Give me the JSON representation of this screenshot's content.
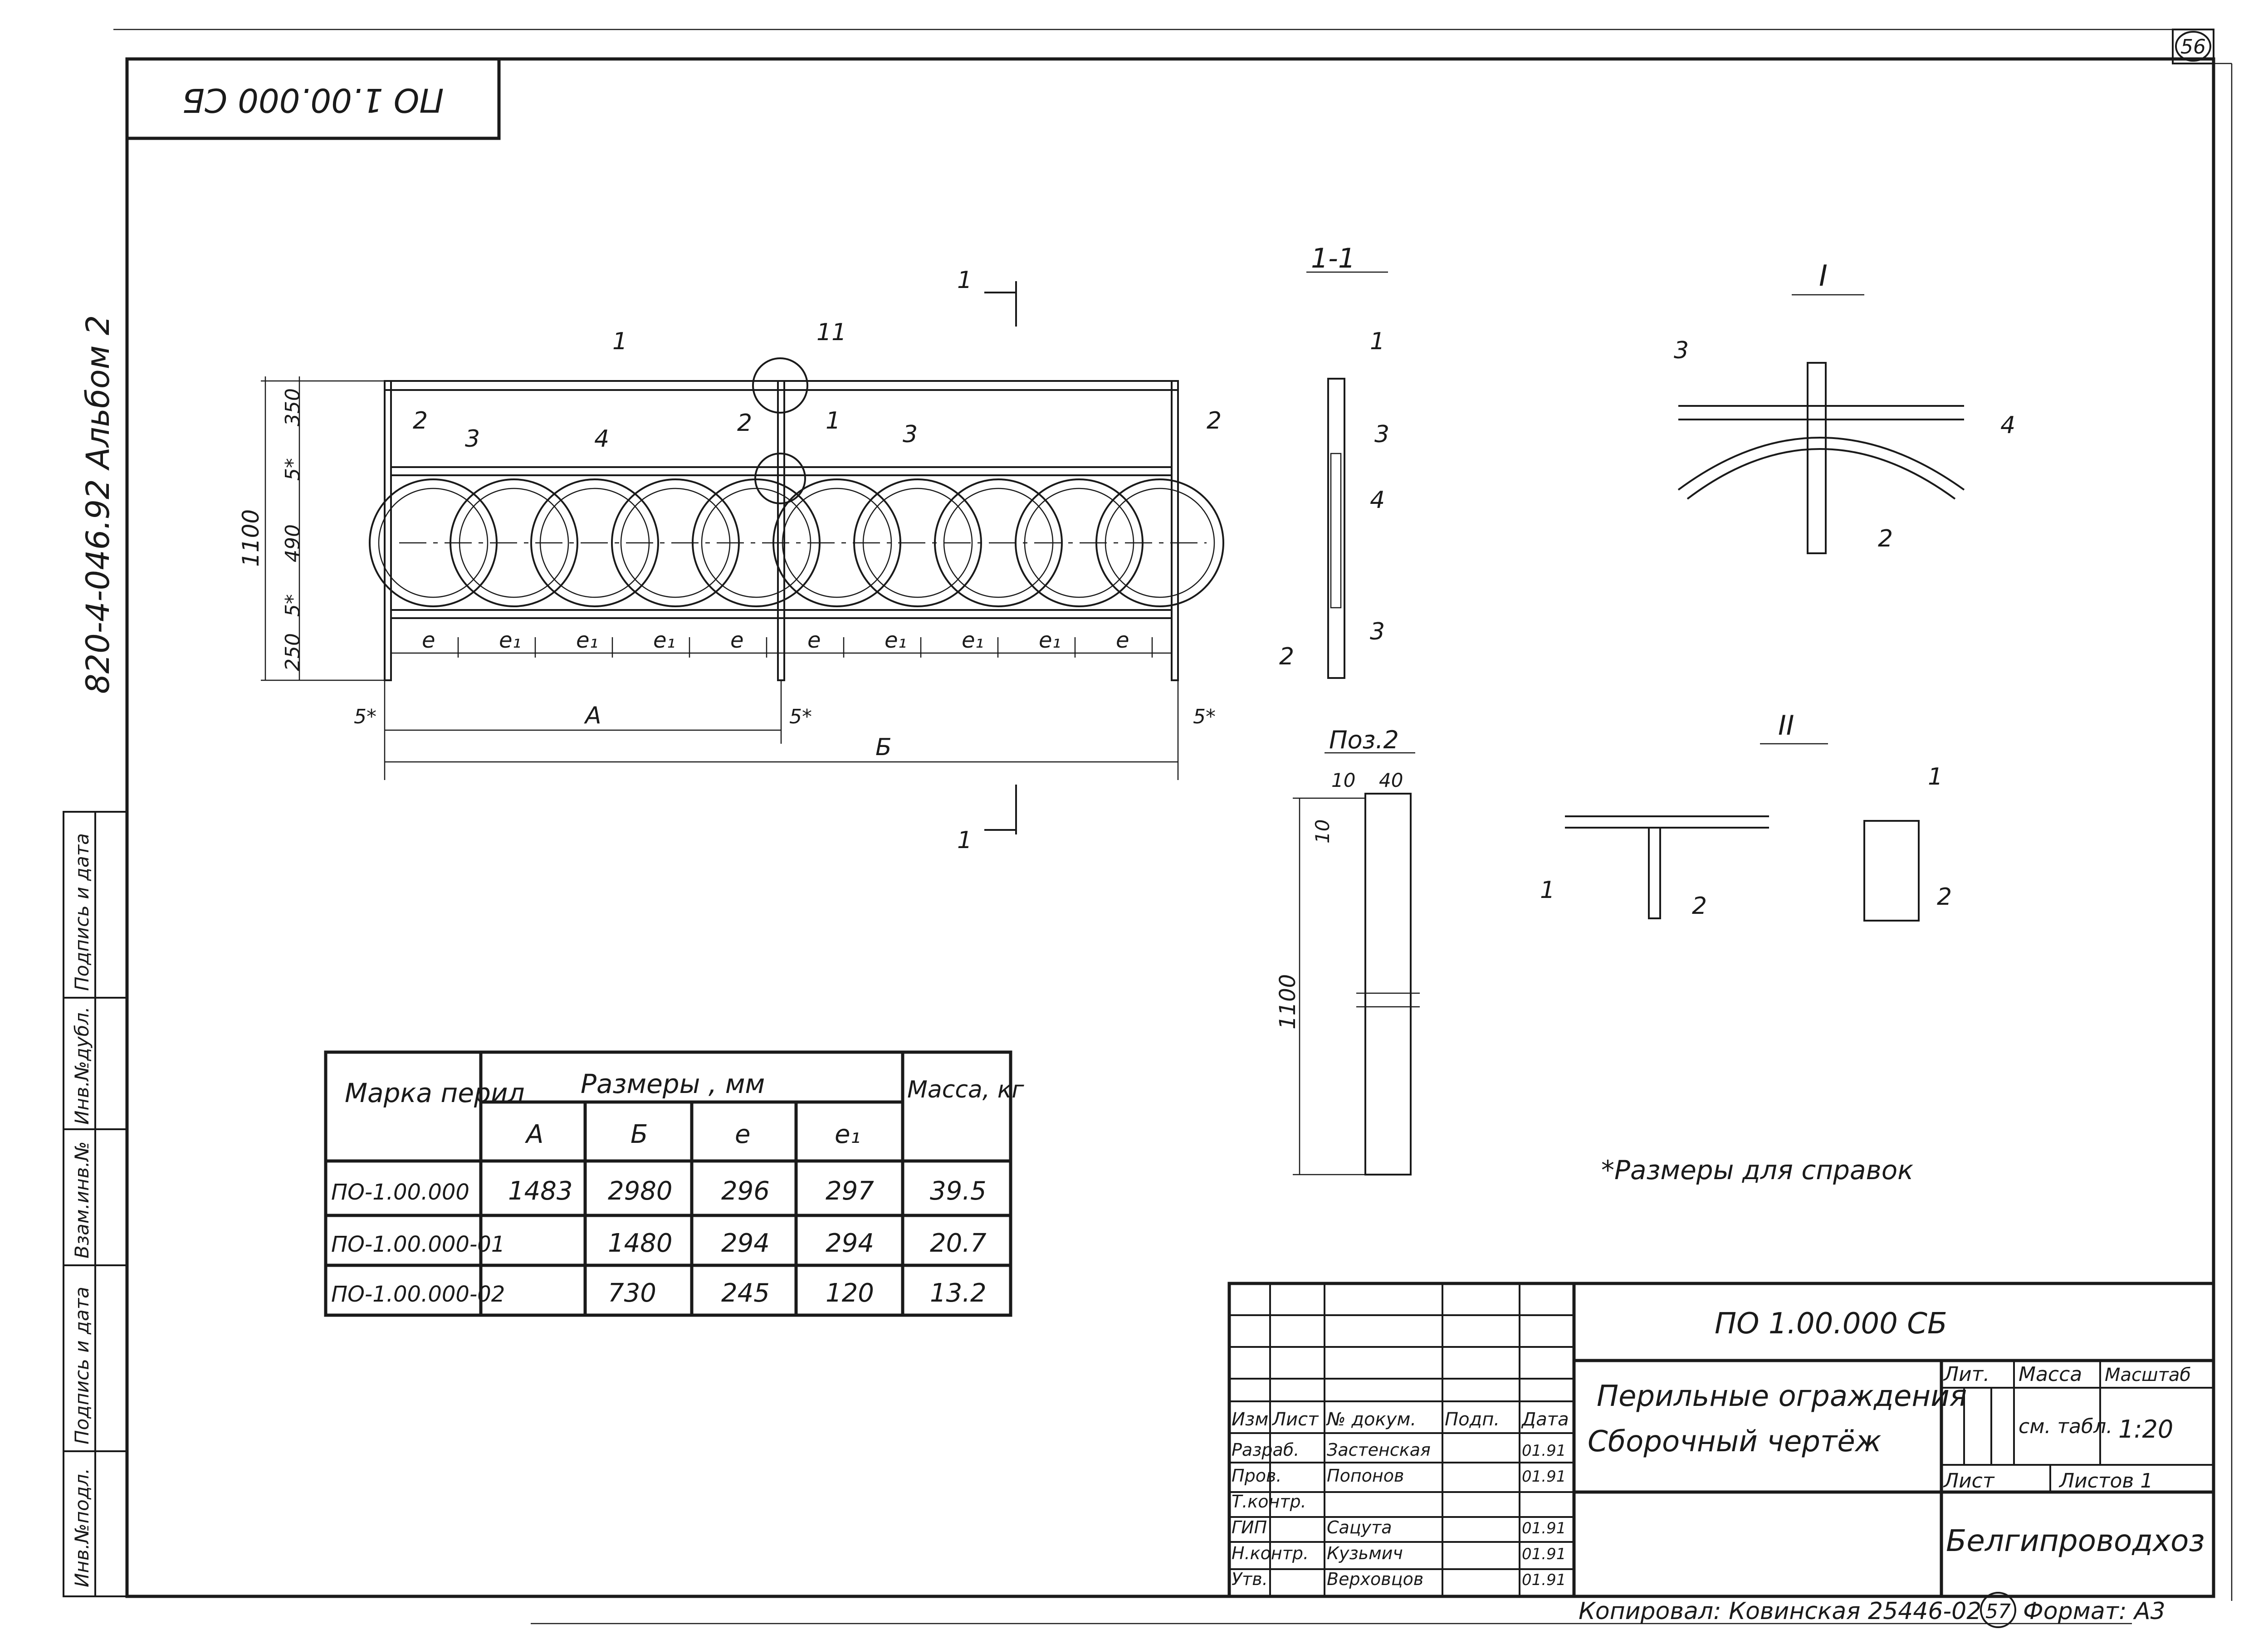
{
  "page_number": "56",
  "corner_stamp": "ПО 1.00.000 СБ",
  "album": "820-4-046.92  Альбом 2",
  "side_stamp": [
    "Инв.№подл.",
    "Подпись и дата",
    "Взам.инв.№",
    "Инв.№дубл.",
    "Подпись и дата"
  ],
  "section_marks": {
    "cut": "1",
    "section_title": "1-1",
    "view_I": "I",
    "view_II": "II",
    "pos2_title": "Поз.2"
  },
  "main_view": {
    "callouts": [
      "1",
      "2",
      "3",
      "4",
      "2",
      "1",
      "3",
      "2",
      "11"
    ],
    "vertical_dims": [
      "1100",
      "350",
      "5*",
      "490",
      "5*",
      "250"
    ],
    "bottom_segments": [
      "e",
      "e₁",
      "e₁",
      "e₁",
      "e",
      "e",
      "e₁",
      "e₁",
      "e₁",
      "e"
    ],
    "dim_A": "A",
    "dim_B": "Б",
    "star_dim": "5*"
  },
  "section_view": {
    "callouts": [
      "1",
      "3",
      "4",
      "3",
      "2"
    ]
  },
  "pos2": {
    "dims": [
      "10",
      "40",
      "10",
      "1100"
    ]
  },
  "view_I": {
    "callouts": [
      "3",
      "4",
      "2"
    ]
  },
  "view_II": {
    "callouts": [
      "1",
      "2",
      "1",
      "2"
    ]
  },
  "note": "*Размеры для справок",
  "spec_table": {
    "col_mark": "Марка перил",
    "col_sizes": "Размеры , мм",
    "col_mass": "Масса, кг",
    "sub_headers": [
      "A",
      "Б",
      "e",
      "e₁"
    ],
    "rows": [
      [
        "ПО-1.00.000",
        "1483",
        "2980",
        "296",
        "297",
        "39.5"
      ],
      [
        "ПО-1.00.000-01",
        "",
        "1480",
        "294",
        "294",
        "20.7"
      ],
      [
        "ПО-1.00.000-02",
        "",
        "730",
        "245",
        "120",
        "13.2"
      ]
    ]
  },
  "title_block": {
    "designation": "ПО 1.00.000 СБ",
    "name_line1": "Перильные ограждения",
    "name_line2": "Сборочный чертёж",
    "lit_label": "Лит.",
    "mass_label": "Масса",
    "scale_label": "Масштаб",
    "mass_value": "см. табл.",
    "scale_value": "1:20",
    "sheet_label": "Лист",
    "sheets_label": "Листов 1",
    "org": "Белгипроводхоз",
    "header_cols": [
      "Изм",
      "Лист",
      "№ докум.",
      "Подп.",
      "Дата"
    ],
    "people": [
      {
        "role": "Разраб.",
        "name": "Застенская",
        "date": "01.91"
      },
      {
        "role": "Пров.",
        "name": "Попонов",
        "date": "01.91"
      },
      {
        "role": "Т.контр.",
        "name": "",
        "date": ""
      },
      {
        "role": "ГИП",
        "name": "Сацута",
        "date": "01.91"
      },
      {
        "role": "Н.контр.",
        "name": "Кузьмич",
        "date": "01.91"
      },
      {
        "role": "Утв.",
        "name": "Верховцов",
        "date": "01.91"
      }
    ]
  },
  "footer": {
    "copied": "Копировал: Ковинская 25446-02",
    "sheet_circle": "57",
    "format": "Формат: А3"
  }
}
